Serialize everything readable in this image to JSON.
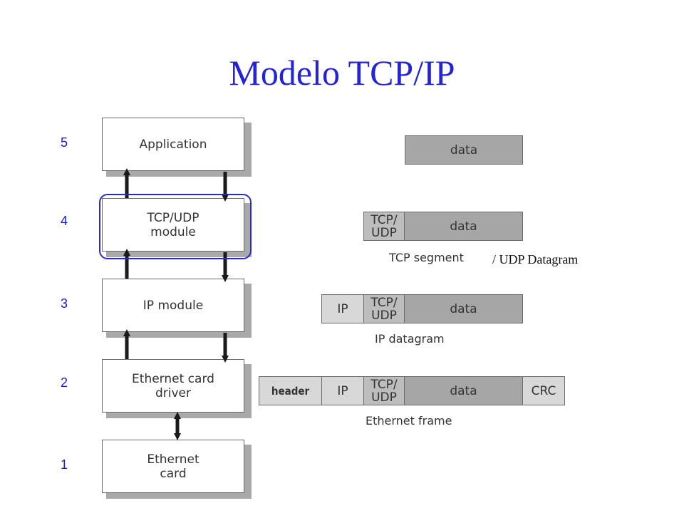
{
  "title": "Modelo TCP/IP",
  "layers": [
    {
      "number": "5",
      "label": "Application"
    },
    {
      "number": "4",
      "label": "TCP/UDP\nmodule"
    },
    {
      "number": "3",
      "label": "IP module"
    },
    {
      "number": "2",
      "label": "Ethernet card\ndriver"
    },
    {
      "number": "1",
      "label": "Ethernet\ncard"
    }
  ],
  "packets": {
    "data_label": "data",
    "tcp_label": "TCP/\nUDP",
    "ip_label": "IP",
    "header_label": "header",
    "crc_label": "CRC"
  },
  "captions": {
    "tcp_segment": "TCP segment",
    "udp_datagram": "/ UDP Datagram",
    "ip_datagram": "IP datagram",
    "ethernet_frame": "Ethernet frame"
  },
  "colors": {
    "title": "#2424d6",
    "layer_numbers": "#1a1acc",
    "highlight": "#2a2ac8",
    "data_cell": "#a6a6a6",
    "tcp_cell": "#bdbdbd",
    "ip_cell": "#d8d8d8"
  }
}
